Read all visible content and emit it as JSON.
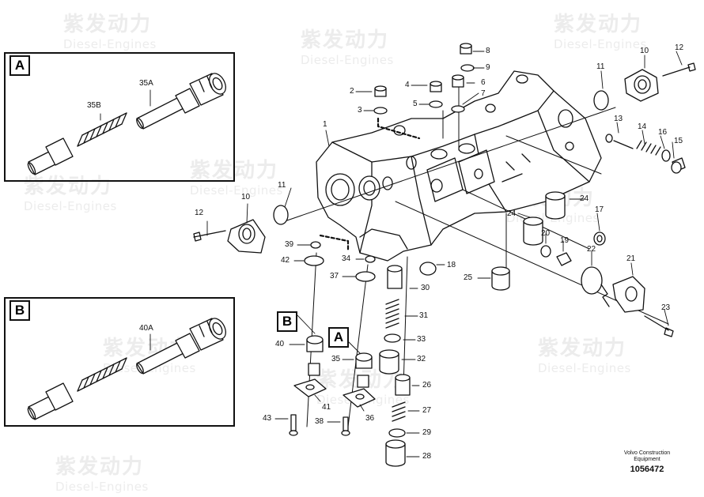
{
  "watermark": {
    "cn": "紫发动力",
    "en": "Diesel-Engines"
  },
  "insets": [
    {
      "letter": "A",
      "parts": [
        "35B",
        "35A"
      ]
    },
    {
      "letter": "B",
      "parts": [
        "40A"
      ]
    }
  ],
  "main_tags": [
    "B",
    "A"
  ],
  "part_numbers": [
    "1",
    "2",
    "3",
    "4",
    "5",
    "6",
    "7",
    "8",
    "9",
    "10",
    "11",
    "12",
    "13",
    "14",
    "15",
    "16",
    "17",
    "18",
    "19",
    "20",
    "21",
    "22",
    "23",
    "24",
    "25",
    "26",
    "27",
    "28",
    "29",
    "30",
    "31",
    "32",
    "33",
    "34",
    "35",
    "36",
    "37",
    "38",
    "39",
    "40",
    "41",
    "42",
    "43"
  ],
  "repeat_labels": {
    "10": "10",
    "11": "11",
    "12": "12",
    "24": "24"
  },
  "footer": {
    "maker": "Volvo Construction Equipment",
    "maker_line1": "Volvo Construction",
    "maker_line2": "Equipment",
    "doc_number": "1056472"
  },
  "colors": {
    "line": "#111111",
    "watermark": "#ececec",
    "background": "#ffffff"
  }
}
